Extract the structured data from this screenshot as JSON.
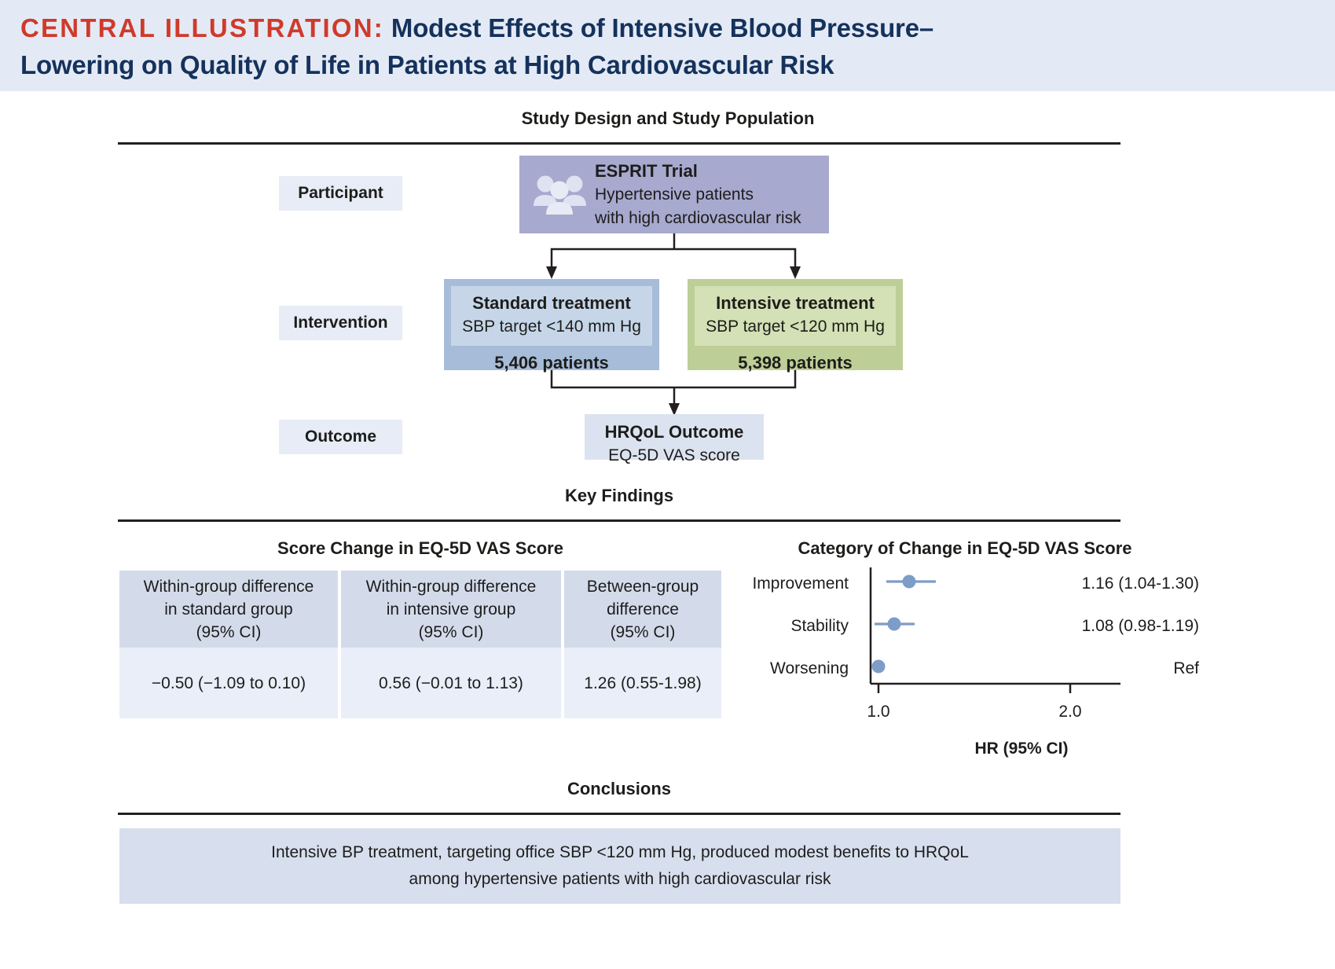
{
  "title": {
    "prefix": "CENTRAL ILLUSTRATION:",
    "main_line1": "Modest Effects of Intensive Blood Pressure–",
    "main_line2": "Lowering on Quality of Life in Patients at High Cardiovascular Risk"
  },
  "sections": {
    "study_design": "Study Design and Study Population",
    "key_findings": "Key Findings",
    "conclusions": "Conclusions"
  },
  "stages": {
    "participant": "Participant",
    "intervention": "Intervention",
    "outcome": "Outcome"
  },
  "participant_box": {
    "icon": "people-icon",
    "title": "ESPRIT Trial",
    "line1": "Hypertensive patients",
    "line2": "with high cardiovascular risk"
  },
  "arms": [
    {
      "key": "standard",
      "title": "Standard treatment",
      "target": "SBP target <140 mm Hg",
      "count": "5,406 patients",
      "color": "#a6bcd8",
      "inner_color": "#c6d6e8"
    },
    {
      "key": "intensive",
      "title": "Intensive treatment",
      "target": "SBP target <120 mm Hg",
      "count": "5,398 patients",
      "color": "#bdcf96",
      "inner_color": "#d4e0b5"
    }
  ],
  "outcome_box": {
    "title": "HRQoL Outcome",
    "subtitle": "EQ-5D VAS score"
  },
  "findings_table": {
    "title": "Score Change in EQ-5D VAS Score",
    "headers": [
      "Within-group difference\nin standard group\n(95% CI)",
      "Within-group difference\nin intensive group\n(95% CI)",
      "Between-group\ndifference\n(95% CI)"
    ],
    "header_lines": [
      [
        "Within-group difference",
        "in standard group",
        "(95% CI)"
      ],
      [
        "Within-group difference",
        "in intensive group",
        "(95% CI)"
      ],
      [
        "Between-group",
        "difference",
        "(95% CI)"
      ]
    ],
    "values": [
      "−0.50 (−1.09 to 0.10)",
      "0.56 (−0.01 to 1.13)",
      "1.26 (0.55-1.98)"
    ]
  },
  "chart_data": {
    "type": "scatter",
    "title": "Category of Change in EQ-5D VAS Score",
    "xlabel": "HR (95% CI)",
    "ylabel": "",
    "xlim": [
      0.94,
      2.32
    ],
    "xticks": [
      1.0,
      2.0
    ],
    "xtick_labels": [
      "1.0",
      "2.0"
    ],
    "grid": false,
    "legend": "none",
    "marker_color": "#7e9cc8",
    "categories": [
      "Improvement",
      "Stability",
      "Worsening"
    ],
    "points": [
      {
        "label": "Improvement",
        "hr": 1.16,
        "ci_low": 1.04,
        "ci_high": 1.3,
        "text": "1.16 (1.04-1.30)"
      },
      {
        "label": "Stability",
        "hr": 1.08,
        "ci_low": 0.98,
        "ci_high": 1.19,
        "text": "1.08 (0.98-1.19)"
      },
      {
        "label": "Worsening",
        "hr": 1.0,
        "ci_low": null,
        "ci_high": null,
        "text": "Ref"
      }
    ]
  },
  "conclusion": {
    "line1": "Intensive BP treatment, targeting office SBP <120 mm Hg, produced modest benefits to HRQoL",
    "line2": "among hypertensive patients with high cardiovascular risk"
  },
  "colors": {
    "banner_bg": "#e4eaf5",
    "title_navy": "#14325c",
    "title_red": "#cf3a2b",
    "participant": "#a7a9cf",
    "standard": "#a6bcd8",
    "intensive": "#bdcf96",
    "light_panel": "#dce3f0",
    "table_header": "#d3dbeb",
    "table_value": "#e9eef8",
    "marker": "#7e9cc8"
  }
}
